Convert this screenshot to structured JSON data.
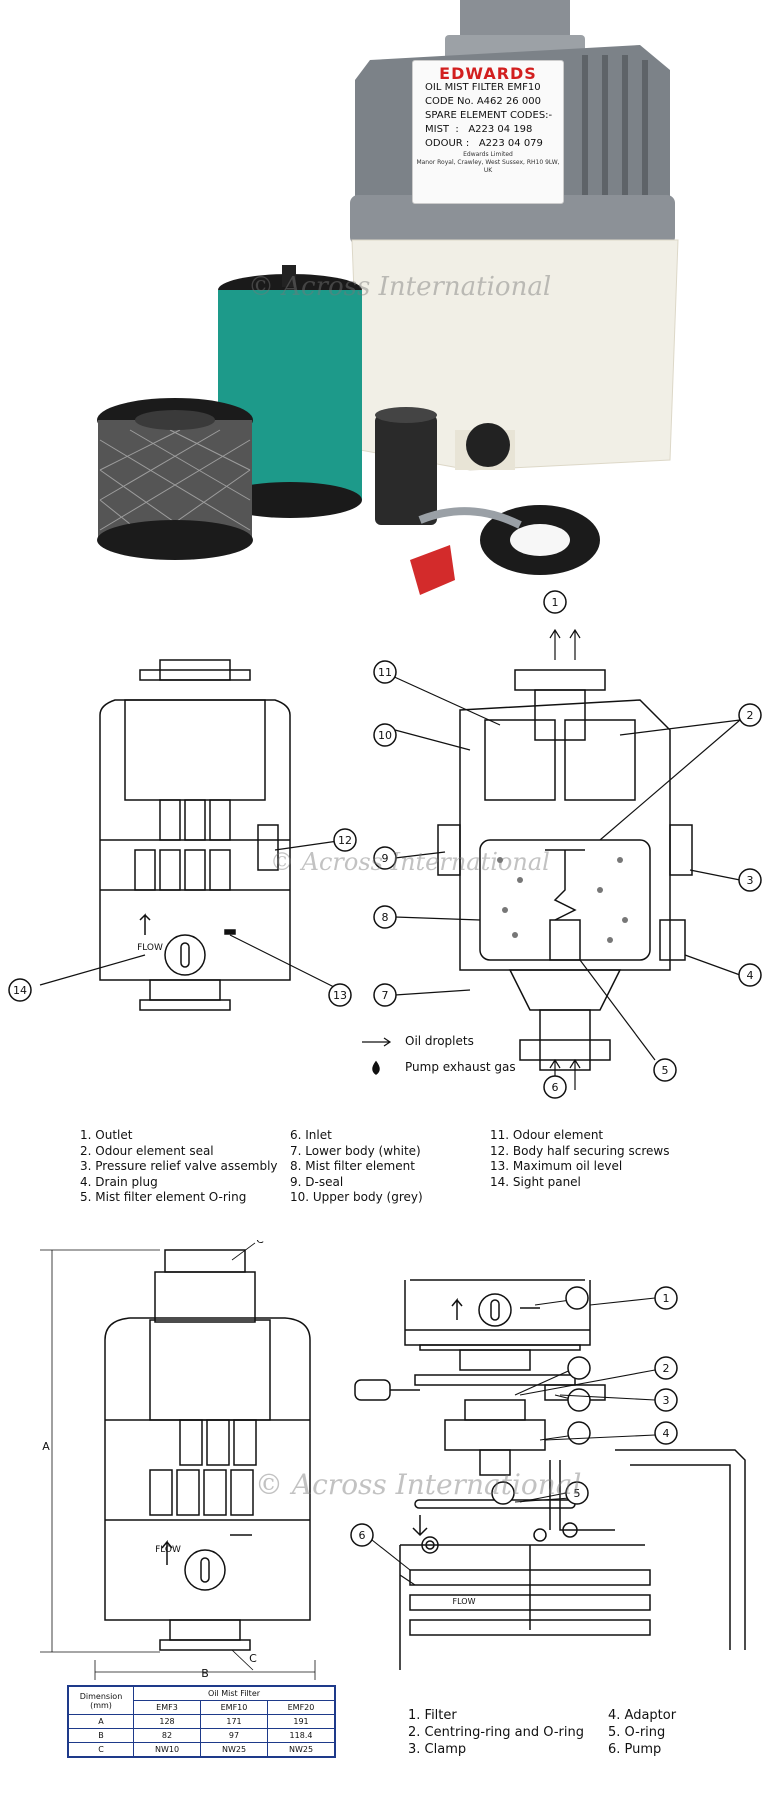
{
  "product_label": {
    "brand": "EDWARDS",
    "title": "OIL MIST FILTER EMF10",
    "code": "CODE No. A462 26 000",
    "spare_heading": "SPARE ELEMENT CODES:-",
    "mist_label": "MIST",
    "mist_code": "A223 04 198",
    "odour_label": "ODOUR :",
    "odour_code": "A223 04 079",
    "company": "Edwards Limited",
    "address": "Manor Royal, Crawley, West Sussex, RH10 9LW, UK"
  },
  "watermark": "© Across International",
  "diagram1": {
    "flow_label": "FLOW",
    "callouts": [
      "1",
      "2",
      "3",
      "4",
      "5",
      "6",
      "7",
      "8",
      "9",
      "10",
      "11",
      "12",
      "13",
      "14"
    ],
    "key_droplets": "Oil droplets",
    "key_gas": "Pump exhaust gas"
  },
  "parts_legend": {
    "col1": [
      "1.  Outlet",
      "2.  Odour element seal",
      "3.  Pressure relief valve assembly",
      "4.  Drain plug",
      "5.  Mist filter element O-ring"
    ],
    "col2": [
      "6.  Inlet",
      "7.  Lower body (white)",
      "8.  Mist filter element",
      "9.  D-seal",
      "10. Upper body (grey)"
    ],
    "col3": [
      "11. Odour element",
      "12. Body half securing screws",
      "13. Maximum oil level",
      "14. Sight panel"
    ]
  },
  "dimension_drawing": {
    "label_a": "A",
    "label_b": "B",
    "label_c": "C",
    "flow_label": "FLOW"
  },
  "dimension_table": {
    "header_dimension": "Dimension",
    "header_unit": "(mm)",
    "group_header": "Oil Mist Filter",
    "models": [
      "EMF3",
      "EMF10",
      "EMF20"
    ],
    "rows": [
      {
        "dim": "A",
        "values": [
          "128",
          "171",
          "191"
        ]
      },
      {
        "dim": "B",
        "values": [
          "82",
          "97",
          "118.4"
        ]
      },
      {
        "dim": "C",
        "values": [
          "NW10",
          "NW25",
          "NW25"
        ]
      }
    ]
  },
  "install_diagram": {
    "callouts": [
      "1",
      "2",
      "3",
      "4",
      "5",
      "6"
    ],
    "flow_label": "FLOW",
    "legend_col1": [
      "1.  Filter",
      "2.  Centring-ring and O-ring",
      "3.  Clamp"
    ],
    "legend_col2": [
      "4.  Adaptor",
      "5.  O-ring",
      "6.  Pump"
    ]
  },
  "colors": {
    "grey_body": "#7c8288",
    "white_body": "#f1efe6",
    "green_element": "#1d9a8a",
    "brand_red": "#d21f1f",
    "table_blue": "#1e3a8a"
  }
}
